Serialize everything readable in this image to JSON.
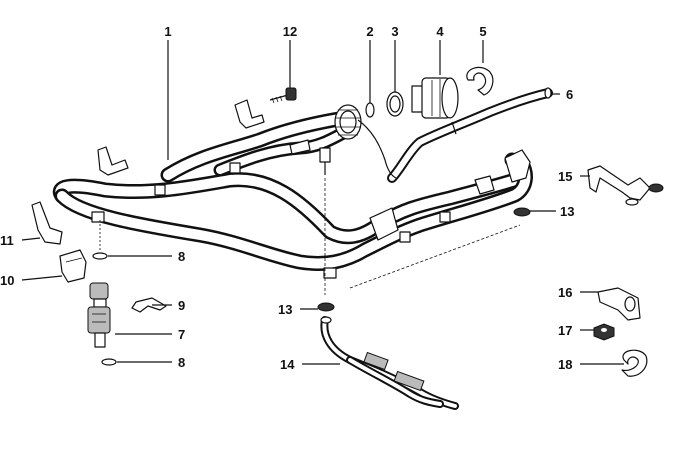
{
  "diagram": {
    "callouts": {
      "n1": "1",
      "n2": "2",
      "n3": "3",
      "n4": "4",
      "n5": "5",
      "n6": "6",
      "n7": "7",
      "n8a": "8",
      "n8b": "8",
      "n9": "9",
      "n10": "10",
      "n11": "11",
      "n12": "12",
      "n13a": "13",
      "n13b": "13",
      "n14": "14",
      "n15": "15",
      "n16": "16",
      "n17": "17",
      "n18": "18"
    }
  }
}
